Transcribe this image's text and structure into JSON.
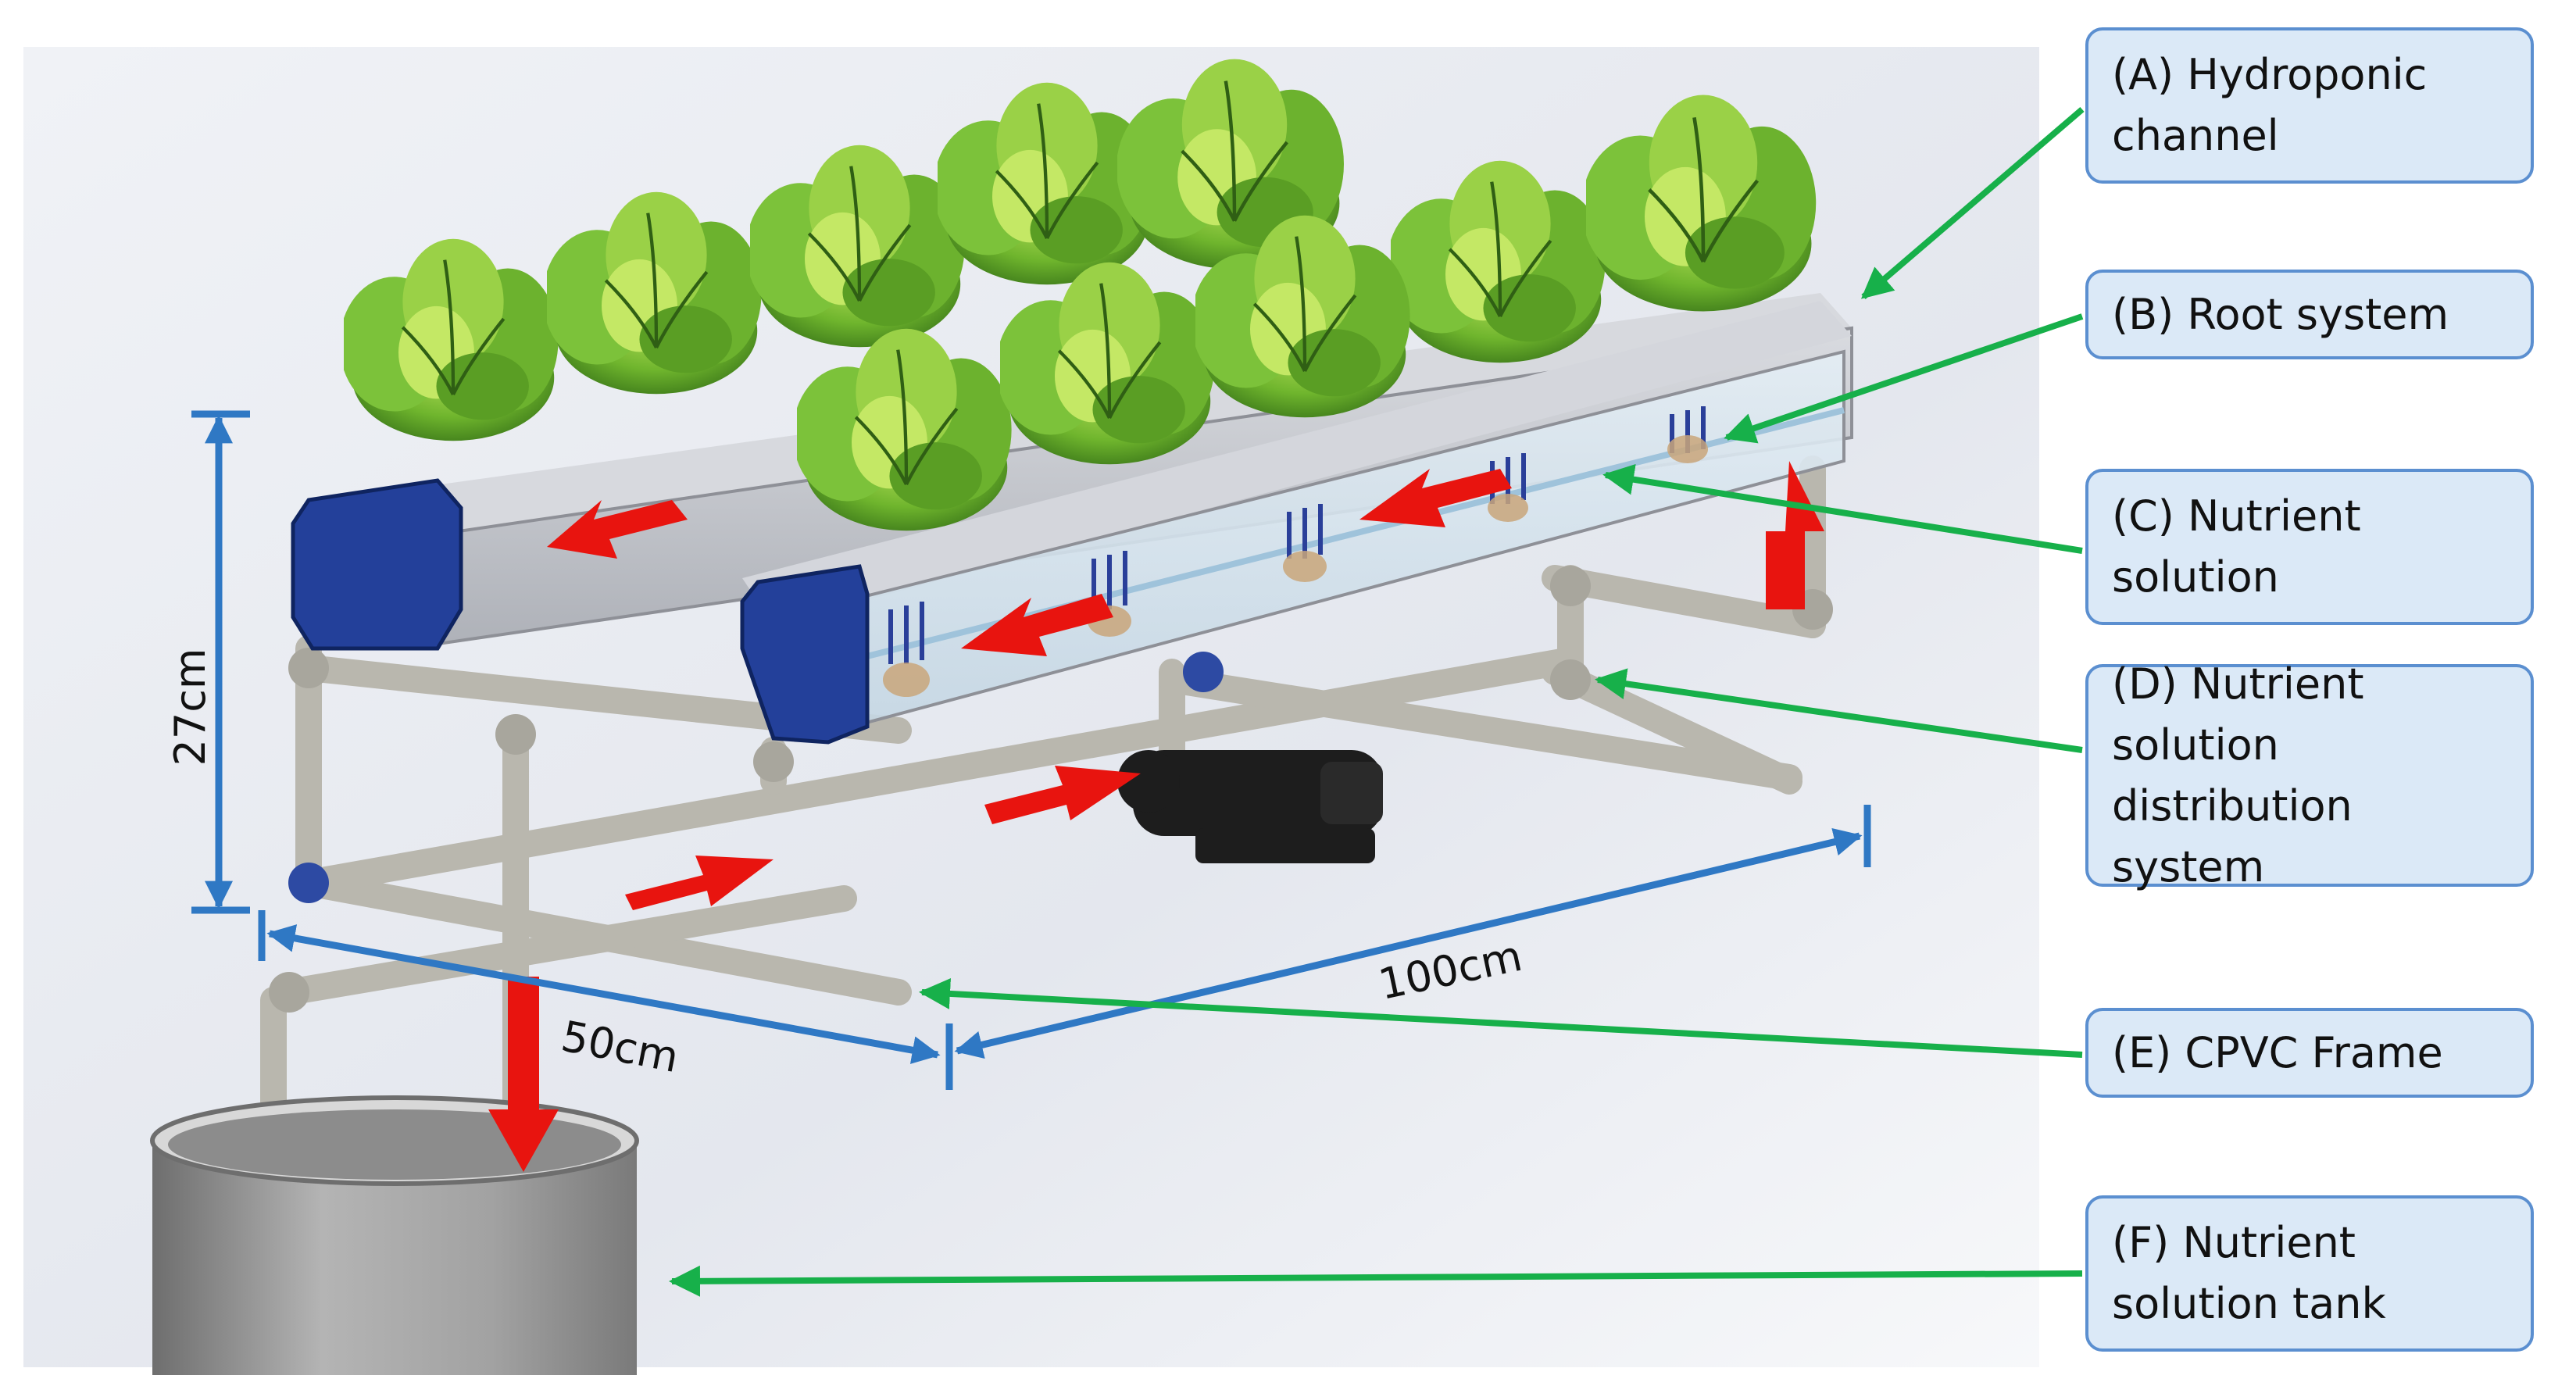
{
  "labels": {
    "a": "(A) Hydroponic channel",
    "b": "(B) Root system",
    "c": "(C) Nutrient solution",
    "d": "(D) Nutrient solution distribution system",
    "e": "(E) CPVC Frame",
    "f": "(F) Nutrient solution tank"
  },
  "dimensions": {
    "height": "27cm",
    "width": "50cm",
    "length": "100cm"
  },
  "colors": {
    "flow_arrow": "#e8140f",
    "callout_arrow": "#17b04a",
    "dimension_line": "#2f78c4",
    "callout_fill": "#dbe9f7",
    "callout_border": "#5b8fd0",
    "channel_cap": "#23409a",
    "pipe": "#b9b7ae",
    "plant": "#5fa82a",
    "tank": "#9a9a9a"
  }
}
